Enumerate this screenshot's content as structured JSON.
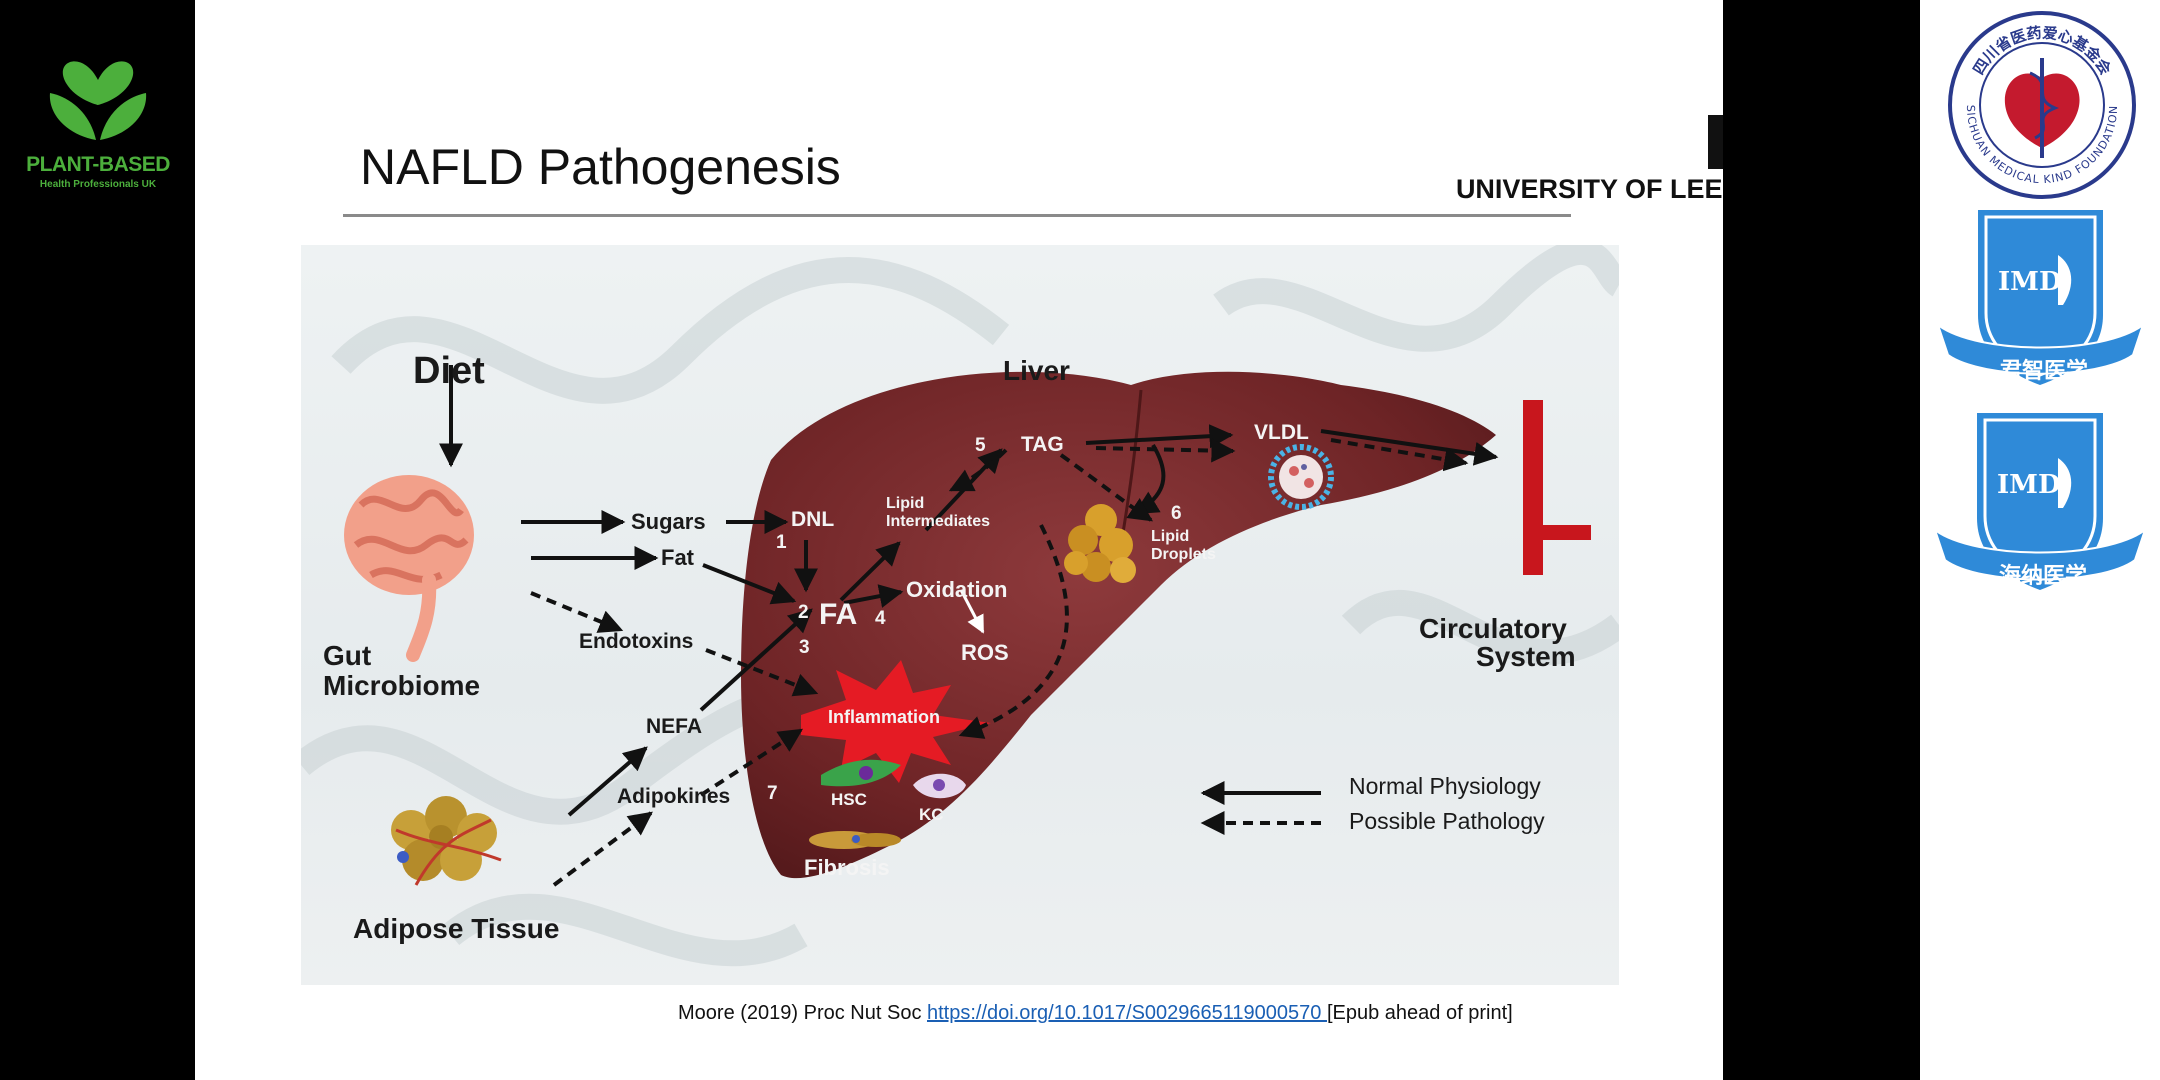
{
  "left_logo": {
    "name": "PLANT-BASED",
    "subtitle": "Health Professionals UK",
    "icon": "heart-leaves-icon",
    "color": "#4caf3c"
  },
  "slide": {
    "title": "NAFLD Pathogenesis",
    "institution": "UNIVERSITY OF LEEDS",
    "diagram": {
      "diet": "Diet",
      "gut": [
        "Gut",
        "Microbiome"
      ],
      "adipose": "Adipose Tissue",
      "liver": "Liver",
      "circulatory": [
        "Circulatory",
        "System"
      ],
      "sugars": "Sugars",
      "fat": "Fat",
      "endotoxins": "Endotoxins",
      "nefa": "NEFA",
      "adipokines": "Adipokines",
      "dnl": "DNL",
      "fa": "FA",
      "lipid_intermediates": [
        "Lipid",
        "Intermediates"
      ],
      "tag": "TAG",
      "vldl": "VLDL",
      "oxidation": "Oxidation",
      "ros": "ROS",
      "inflammation": "Inflammation",
      "lipid_droplets": [
        "Lipid",
        "Droplets"
      ],
      "hsc": "HSC",
      "kc": "KC",
      "fibrosis": "Fibrosis",
      "steps": [
        "1",
        "2",
        "3",
        "4",
        "5",
        "6",
        "7"
      ],
      "legend": {
        "normal": "Normal Physiology",
        "pathology": "Possible Pathology"
      }
    },
    "citation": {
      "prefix": "Moore (2019) Proc Nut Soc ",
      "link": "https://doi.org/10.1017/S0029665119000570 ",
      "suffix": "[Epub ahead of print]"
    }
  },
  "right_logos": {
    "foundation_cn": "四川省医药爱心基金会",
    "foundation_en": "SICHUAN MEDICAL KIND FOUNDATION",
    "badge1": {
      "code": "IMD",
      "name": "君智医学"
    },
    "badge2": {
      "code": "IMD",
      "name": "海纳医学"
    },
    "badge_color": "#2f8ad8",
    "seal_color": "#2a3a8c"
  }
}
